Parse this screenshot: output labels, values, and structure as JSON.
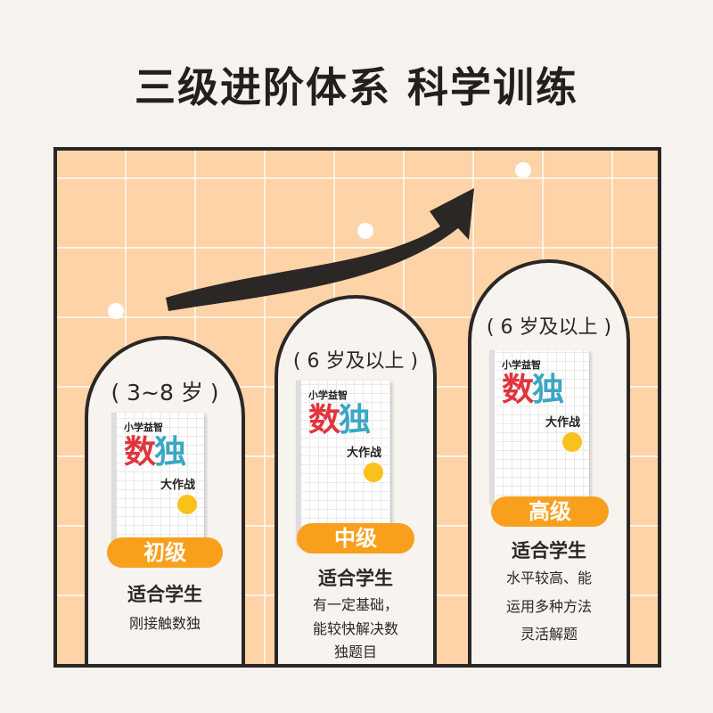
{
  "title": "三级进阶体系 科学训练",
  "book": {
    "series": "小学益智",
    "main": [
      "数",
      "独"
    ],
    "subtitle": "大作战"
  },
  "levels": [
    {
      "age": "( 3~8 岁 )",
      "level": "初级",
      "fit": "适合学生",
      "desc": [
        "刚接触数独"
      ]
    },
    {
      "age": "( 6 岁及以上 )",
      "level": "中级",
      "fit": "适合学生",
      "desc": [
        "有一定基础，",
        "能较快解决数",
        "独题目"
      ]
    },
    {
      "age": "( 6 岁及以上 )",
      "level": "高级",
      "fit": "适合学生",
      "desc": [
        "水平较高、能",
        "运用多种方法",
        "灵活解题"
      ]
    }
  ],
  "colors": {
    "accent": "#f8a01c",
    "panel": "#fed3a8",
    "ink": "#2a2725"
  }
}
